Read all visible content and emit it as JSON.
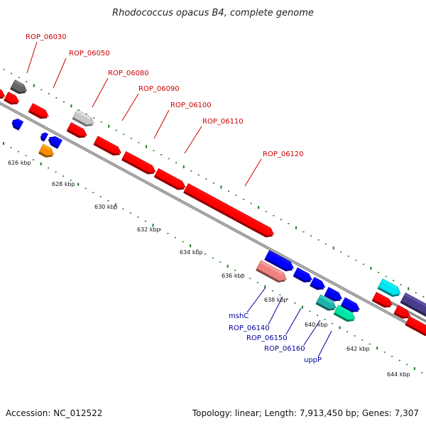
{
  "title": "Rhodococcus opacus B4, complete genome",
  "footer": {
    "accession": "Accession: NC_012522",
    "summary": "Topology: linear; Length: 7,913,450 bp; Genes: 7,307"
  },
  "colors": {
    "forward": "#ff0000",
    "reverse": "#0000ff",
    "backbone": "#8c8c8c",
    "dots": "#1a7a1a",
    "label_top": "#cc0000",
    "label_bottom": "#000099"
  },
  "tick_labels": [
    "626 kbp",
    "628 kbp",
    "630 kbp",
    "632 kbp",
    "634 kbp",
    "636 kbp",
    "638 kbp",
    "640 kbp",
    "642 kbp",
    "644 kbp"
  ],
  "top_labels": [
    "ROP_06030",
    "ROP_06050",
    "ROP_06080",
    "ROP_06090",
    "ROP_06100",
    "ROP_06110",
    "ROP_06120"
  ],
  "bottom_labels": [
    "mshC",
    "ROP_06140",
    "ROP_06150",
    "ROP_06160",
    "uppP"
  ]
}
